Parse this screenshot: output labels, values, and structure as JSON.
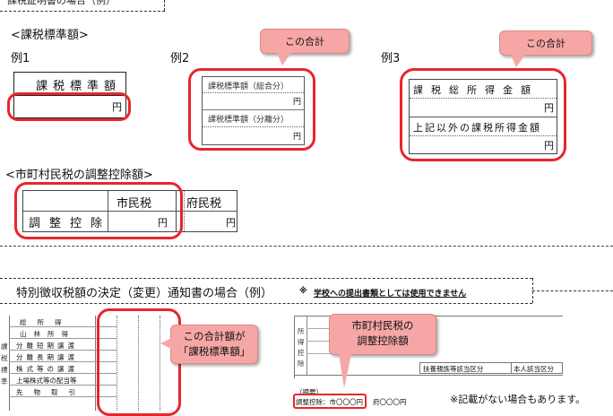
{
  "top_section": {
    "heading_partial": "課税証明書の場合（例）",
    "tax_base_label": "<課税標準額>",
    "ex1": {
      "label": "例1",
      "header": "課税標準額",
      "unit": "円"
    },
    "ex2": {
      "label": "例2",
      "row1": "課税標準額（総合分）",
      "unit1": "円",
      "row2": "課税標準額（分離分）",
      "unit2": "円",
      "callout": "この合計"
    },
    "ex3": {
      "label": "例3",
      "row1": "課税総所得金額",
      "unit1": "円",
      "row2": "上記以外の課税所得金額",
      "unit2": "円",
      "callout": "この合計"
    },
    "adjust_label": "<市町村民税の調整控除額>",
    "adjust_table": {
      "col1": "市民税",
      "col2": "府民税",
      "row_label": "調整控除",
      "unit1": "円",
      "unit2": "円"
    }
  },
  "bottom_section": {
    "heading": "特別徴収税額の決定（変更）通知書の場合（例）",
    "note_mark": "※",
    "note": "学校への提出書類としては使用できません",
    "left_rows": [
      "総所得",
      "山林所得",
      "分離短期譲渡",
      "分離長期譲渡",
      "株式等の譲渡",
      "上場株式等の配当等",
      "先物取引"
    ],
    "left_side_label": "課税標準",
    "left_callout_line1": "この合計額が",
    "left_callout_line2": "「課税標準額」",
    "right_side_label": "所得控除",
    "right_cell1": "扶養親族等該当区分",
    "right_cell2": "本人該当区分",
    "right_summary": "（摘要）",
    "right_adjust": "調整控除：市〇〇〇円",
    "right_adjust2": "府〇〇〇円",
    "right_callout_line1": "市町村民税の",
    "right_callout_line2": "調整控除額",
    "footnote": "※記載がない場合もあります。"
  },
  "colors": {
    "accent_red": "#e8262c",
    "callout_fill": "#f6a7a5"
  }
}
